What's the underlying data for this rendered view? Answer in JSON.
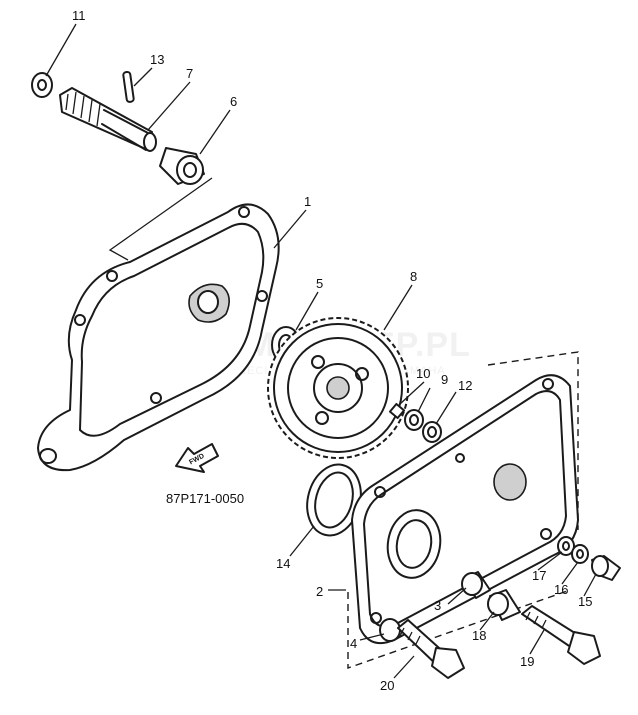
{
  "diagram": {
    "part_code": "87P171-0050",
    "fwd_label": "FWD",
    "watermark": {
      "brand": "YAMASKLEP.PL",
      "tagline": "WŁOCIECI NOWICZ NASZ PER YAMAHA",
      "color": "#e34a4a"
    },
    "callouts": [
      {
        "id": "1",
        "text": "1"
      },
      {
        "id": "2",
        "text": "2"
      },
      {
        "id": "3",
        "text": "3"
      },
      {
        "id": "4",
        "text": "4"
      },
      {
        "id": "5",
        "text": "5"
      },
      {
        "id": "6",
        "text": "6"
      },
      {
        "id": "7",
        "text": "7"
      },
      {
        "id": "8",
        "text": "8"
      },
      {
        "id": "9",
        "text": "9"
      },
      {
        "id": "10",
        "text": "10"
      },
      {
        "id": "11",
        "text": "11"
      },
      {
        "id": "12",
        "text": "12"
      },
      {
        "id": "13",
        "text": "13"
      },
      {
        "id": "14",
        "text": "14"
      },
      {
        "id": "15",
        "text": "15"
      },
      {
        "id": "16",
        "text": "16"
      },
      {
        "id": "17",
        "text": "17"
      },
      {
        "id": "18",
        "text": "18"
      },
      {
        "id": "19",
        "text": "19"
      },
      {
        "id": "20",
        "text": "20"
      }
    ]
  }
}
